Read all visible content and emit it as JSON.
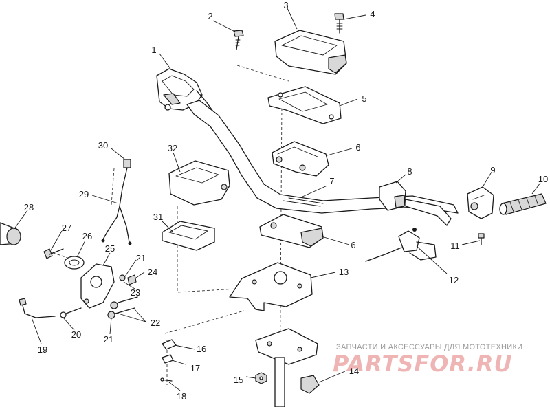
{
  "diagram": {
    "callouts": [
      {
        "id": "c1",
        "text": "1"
      },
      {
        "id": "c2",
        "text": "2"
      },
      {
        "id": "c3",
        "text": "3"
      },
      {
        "id": "c4",
        "text": "4"
      },
      {
        "id": "c5",
        "text": "5"
      },
      {
        "id": "c6a",
        "text": "6"
      },
      {
        "id": "c6b",
        "text": "6"
      },
      {
        "id": "c7",
        "text": "7"
      },
      {
        "id": "c8",
        "text": "8"
      },
      {
        "id": "c9",
        "text": "9"
      },
      {
        "id": "c10",
        "text": "10"
      },
      {
        "id": "c11",
        "text": "11"
      },
      {
        "id": "c12",
        "text": "12"
      },
      {
        "id": "c13",
        "text": "13"
      },
      {
        "id": "c14",
        "text": "14"
      },
      {
        "id": "c15",
        "text": "15"
      },
      {
        "id": "c16",
        "text": "16"
      },
      {
        "id": "c17",
        "text": "17"
      },
      {
        "id": "c18",
        "text": "18"
      },
      {
        "id": "c19",
        "text": "19"
      },
      {
        "id": "c20",
        "text": "20"
      },
      {
        "id": "c21a",
        "text": "21"
      },
      {
        "id": "c21b",
        "text": "21"
      },
      {
        "id": "c22",
        "text": "22"
      },
      {
        "id": "c23",
        "text": "23"
      },
      {
        "id": "c24",
        "text": "24"
      },
      {
        "id": "c25",
        "text": "25"
      },
      {
        "id": "c26",
        "text": "26"
      },
      {
        "id": "c27",
        "text": "27"
      },
      {
        "id": "c28",
        "text": "28"
      },
      {
        "id": "c29",
        "text": "29"
      },
      {
        "id": "c30",
        "text": "30"
      },
      {
        "id": "c31",
        "text": "31"
      },
      {
        "id": "c32",
        "text": "32"
      }
    ]
  },
  "watermark": {
    "tagline": "ЗАПЧАСТИ И АКСЕССУАРЫ ДЛЯ МОТОТЕХНИКИ",
    "logo": "PARTSFOR.RU"
  }
}
